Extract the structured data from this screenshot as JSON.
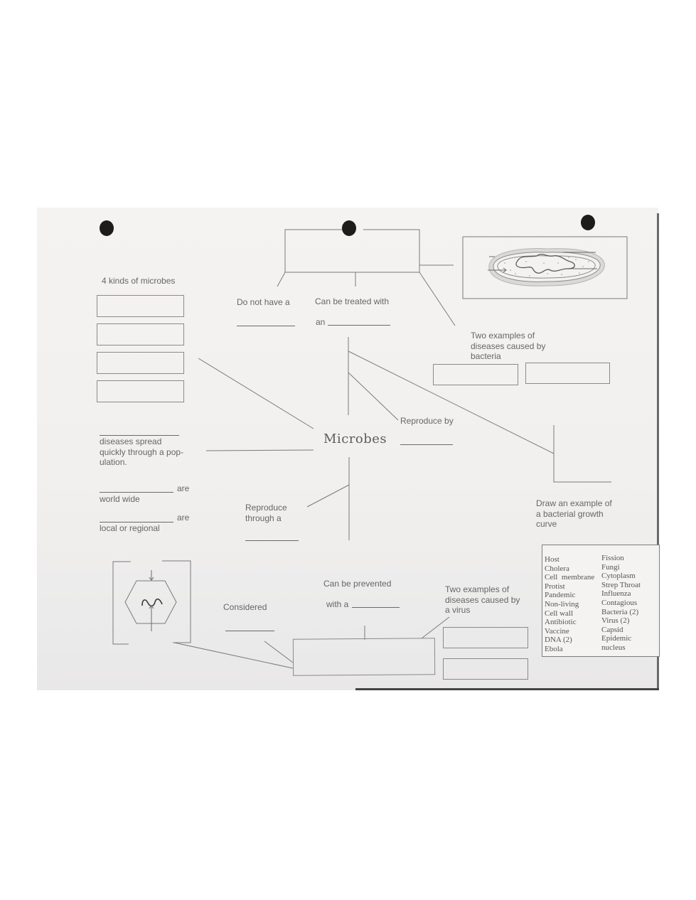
{
  "worksheet": {
    "center_title": "Microbes",
    "left_section": {
      "heading": "4 kinds of microbes",
      "answer_box_count": 4
    },
    "top_center": {
      "no_have_label": "Do not have a",
      "treated_label": "Can be treated with",
      "treated_prefix": "an"
    },
    "bacteria_diseases": {
      "label": "Two examples of\ndiseases caused by\nbacteria"
    },
    "reproduce_by": {
      "label": "Reproduce by"
    },
    "growth_curve": {
      "label": "Draw an example of\na bacterial growth\ncurve"
    },
    "spread": {
      "label": "diseases spread\nquickly through a pop-\nulation.",
      "worldwide_suffix": "are",
      "worldwide_label": "world wide",
      "local_suffix": "are",
      "local_label": "local or regional"
    },
    "reproduce_through": {
      "label": "Reproduce\nthrough a"
    },
    "bottom": {
      "considered_label": "Considered",
      "prevented_label": "Can be prevented",
      "prevented_prefix": "with a",
      "virus_diseases_label": "Two examples of\ndiseases caused by\na virus"
    },
    "word_bank": {
      "column1": [
        "Host",
        "Cholera",
        "Cell  membrane",
        "Protist",
        "Pandemic",
        "Non-living",
        "Cell wall",
        "Antibiotic",
        "Vaccine",
        "DNA (2)",
        "Ebola"
      ],
      "column2": [
        "Fission",
        "Fungi",
        "Cytoplasm",
        "Strep Throat",
        "Influenza",
        "Contagious",
        "Bacteria (2)",
        "Virus (2)",
        "Capsid",
        "Epidemic",
        "nucleus"
      ]
    },
    "icons": {
      "bacterium": "bacterium-diagram-icon",
      "virus": "virus-diagram-icon",
      "punch_hole": "punch-hole-icon"
    },
    "colors": {
      "paper": "#f3f2f0",
      "ink": "#666666",
      "line": "#7a7a7a",
      "hole": "#1c1c1c"
    }
  }
}
